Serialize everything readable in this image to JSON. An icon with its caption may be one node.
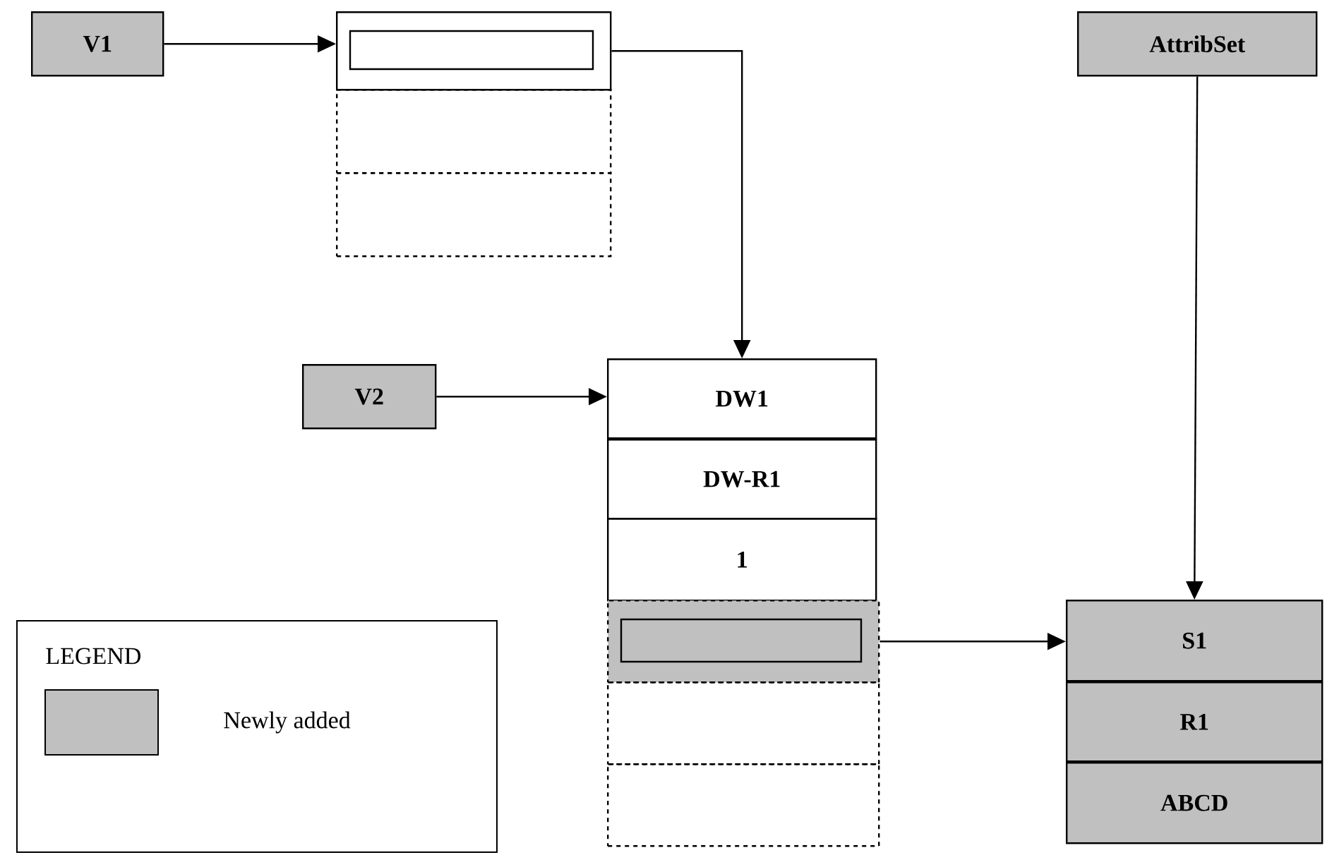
{
  "diagram": {
    "nodes": [
      {
        "text": [
          "V1"
        ]
      },
      {
        "text": [],
        "shape": "box"
      },
      {
        "text": [],
        "shape": "box"
      },
      {
        "text": [],
        "shape": "box"
      },
      {
        "text": [
          "V2"
        ]
      },
      {
        "text": [
          "DW1"
        ]
      },
      {
        "text": [
          "DW-R1"
        ]
      },
      {
        "text": [
          "1"
        ]
      },
      {
        "text": [],
        "shape": "box"
      },
      {
        "text": [],
        "shape": "box"
      },
      {
        "text": [],
        "shape": "box"
      },
      {
        "text": [
          "AttribSet"
        ]
      },
      {
        "text": [
          "S1"
        ]
      },
      {
        "text": [
          "R1"
        ]
      },
      {
        "text": [
          "ABCD"
        ]
      }
    ],
    "edges": [
      {
        "from": 0,
        "to": 1,
        "arrow": "to"
      },
      {
        "from": 1,
        "to": 5,
        "arrow": "to"
      },
      {
        "from": 4,
        "to": 5,
        "arrow": "to"
      },
      {
        "from": 11,
        "to": 12,
        "arrow": "to"
      },
      {
        "from": 8,
        "to": 12,
        "arrow": "to"
      }
    ],
    "labels": [
      "LEGEND"
    ],
    "legend": [
      {
        "text": "Newly added",
        "color": "#c0c0c0"
      }
    ]
  }
}
